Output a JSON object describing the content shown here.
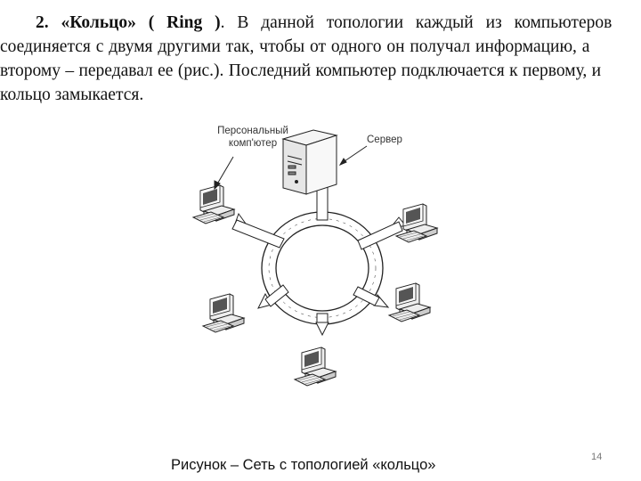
{
  "paragraph": {
    "number": "2.",
    "term": "«Кольцо»",
    "term_en": "( Ring )",
    "line1_rest": ". В данной топологии каждый из компьютеров",
    "line2": "соединяется с двумя другими так, чтобы от одного он получал информацию, а",
    "line3": "второму – передавал ее (рис.). Последний компьютер подключается к первому, и",
    "line4": "кольцо замыкается."
  },
  "diagram": {
    "label_pc_line1": "Персональный",
    "label_pc_line2": "комп'ютер",
    "label_server": "Сервер",
    "stroke_color": "#222222",
    "device_fill": "#eeeeee",
    "screen_fill": "#555555",
    "icons": [
      "server-icon",
      "computer-icon",
      "ring-icon"
    ]
  },
  "caption": "Рисунок – Сеть с топологией «кольцо»",
  "page_number": "14"
}
